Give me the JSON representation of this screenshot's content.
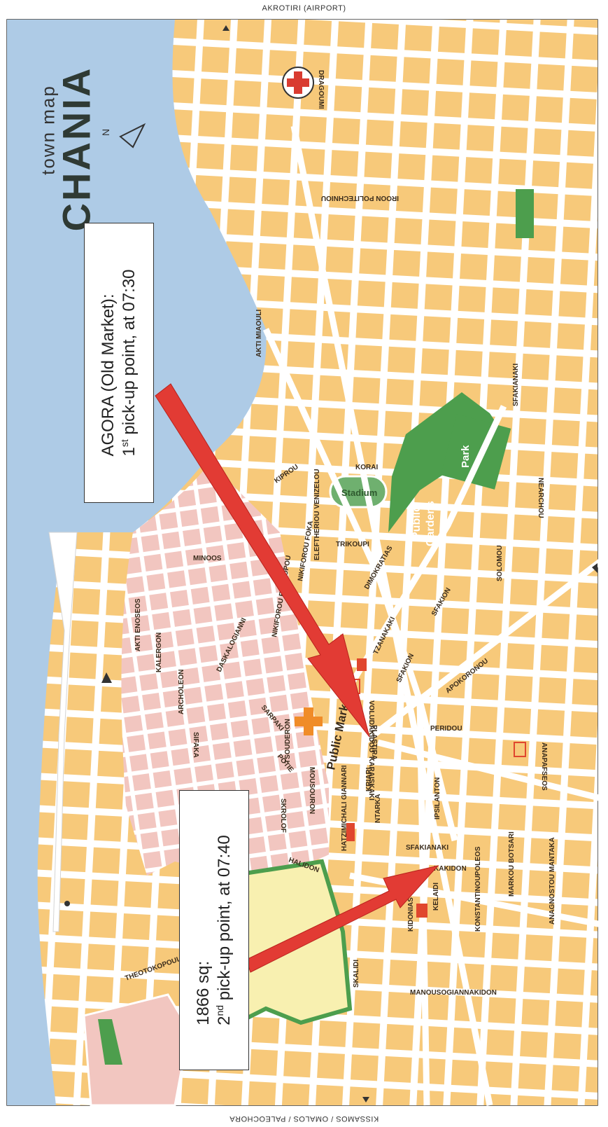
{
  "map": {
    "title_small": "town map",
    "title_large": "CHANIA",
    "edge_top": "AKROTIRI (AIRPORT)",
    "edge_bottom": "KISSAMOS / OMALOS / PALEOCHORA",
    "compass_label": "N",
    "colors": {
      "sea": "#aecbe6",
      "old_town": "#f2c6c0",
      "land": "#f7c97a",
      "street": "#ffffff",
      "park": "#4d9e4d",
      "arrow": "#e23b34"
    }
  },
  "callouts": {
    "agora": {
      "line1": "AGORA (Old Market):",
      "line2_num": "1",
      "line2_sup": "st",
      "line2_rest": " pick-up point, at 07:30"
    },
    "sq1866": {
      "line1": "1866 sq:",
      "line2_num": "2",
      "line2_sup": "nd",
      "line2_rest": " pick-up point, at 07:40"
    }
  },
  "areas": {
    "stadium": "Stadium",
    "park": "Park",
    "public_gardens_1": "Public",
    "public_gardens_2": "Gardens",
    "public_market": "Public Market"
  },
  "streets": {
    "akti_enoseos": "AKTI ENOSEOS",
    "kalergon": "KALERGON",
    "archoleon": "ARCHOLEON",
    "daskalogianni": "DASKALOGIANNI",
    "minoos": "MINOOS",
    "kriprou": "KIPROU",
    "akti_miaouli": "AKTI MIAOULI",
    "eleftheriou_venizelou": "ELEFTHERIOU VENIZELOU",
    "korai": "KORAI",
    "sfakianaki": "SFAKIANAKI",
    "dimokratias": "DIMOKRATIAS",
    "tzanakaki": "TZANAKAKI",
    "sfakion": "SFAKION",
    "solomou": "SOLOMOU",
    "nearchou": "NEARCHOU",
    "apokoronou": "APOKORONOU",
    "peridou": "PERIDOU",
    "plastira": "PLASTIRA",
    "vol_gianni": "VOLUDAKIDOU",
    "sifaka": "SIFAKA",
    "mousouron": "MOUSOURON",
    "chatzimichali": "HATZIMICHALI GIANNARI",
    "skalidi": "SKALIDI",
    "kidonias": "KIDONIAS",
    "kelaidi": "KELAIDI",
    "konstantinoupoleos": "KONSTANTINOUPOLEOS",
    "markou_botsari": "MARKOU BOTSARI",
    "anagnostou_mantaka": "ANAGNOSTOU MANTAKA",
    "manousogiannakidon": "MANOUSOGIANNAKIDON",
    "ipsilanton": "IPSILANTON",
    "karaiskaki": "KARAISKAKI",
    "kakidon": "KAKIDON",
    "theotokopoulou": "THEOTOKOPOULOU",
    "chaldion": "HALIDON",
    "skrolof": "SKROLOF",
    "potie": "POTIE",
    "sarpaki": "SARPAKI",
    "tsouderon": "TSOUDERON",
    "anapafseos": "ANAPAFSEOS",
    "doun_politechniou": "IROON POLITECHNIOU",
    "dragoumi": "DRAGOUMI",
    "kriari": "KRIARI",
    "ntarka": "NTARKA",
    "trikoupi": "TRIKOUPI",
    "nikiforou_episkopou": "NIKIFOROU EPISKOPOU",
    "teneropolou": "NIKIFOROU FOKA"
  }
}
